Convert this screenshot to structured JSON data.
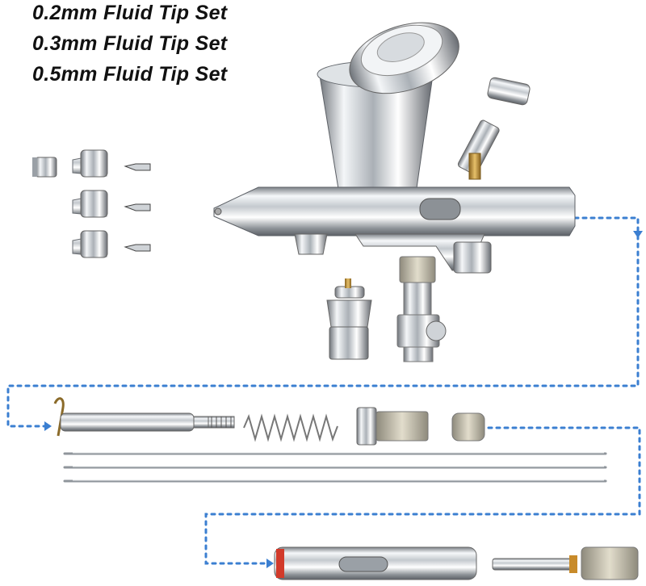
{
  "captions": [
    "0.2mm Fluid Tip Set",
    "0.3mm Fluid Tip Set",
    "0.5mm Fluid Tip Set"
  ],
  "colors": {
    "arrow": "#3b7fd1",
    "chrome_dark": "#6f747a",
    "chrome_light": "#f4f6f8",
    "brass": "#c89a3a",
    "red_oring": "#d23a2a"
  },
  "illustration": {
    "subject": "airbrush-kit",
    "icons": [
      "airbrush-icon",
      "fluid-tip-icon",
      "needle-icon",
      "spring-icon",
      "valve-icon",
      "arrow-icon"
    ]
  }
}
